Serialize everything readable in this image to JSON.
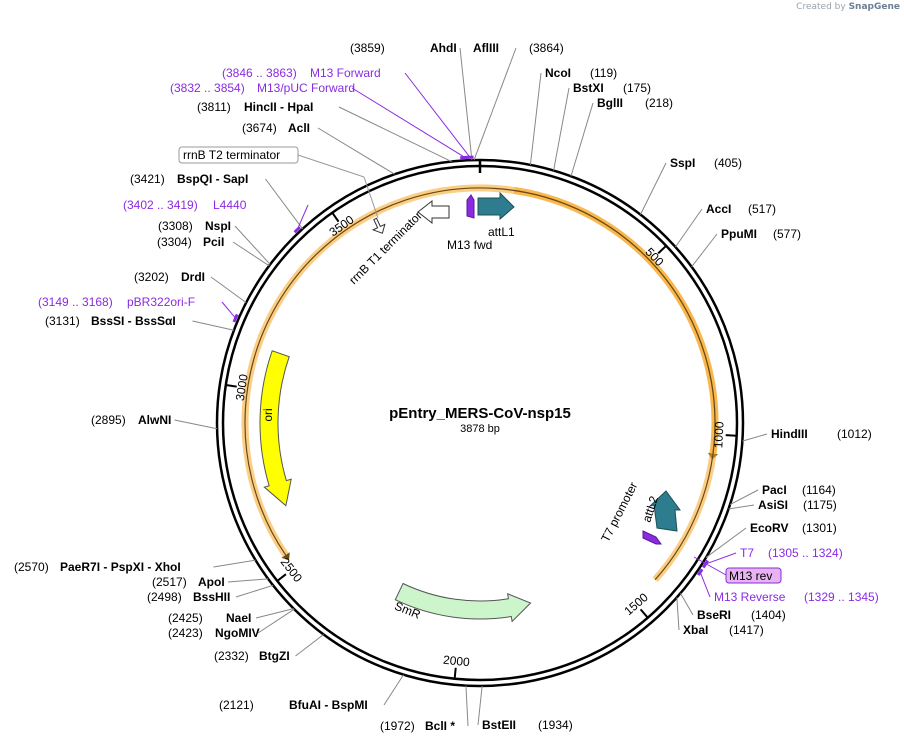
{
  "credit": {
    "prefix": "Created by",
    "brand": "SnapGene"
  },
  "plasmid": {
    "name": "pEntry_MERS-CoV-nsp15",
    "size_label": "3878 bp",
    "length": 3878
  },
  "ticks": [
    {
      "pos": 500,
      "label": "500"
    },
    {
      "pos": 1000,
      "label": "1000"
    },
    {
      "pos": 1500,
      "label": "1500"
    },
    {
      "pos": 2000,
      "label": "2000"
    },
    {
      "pos": 2500,
      "label": "2500"
    },
    {
      "pos": 3000,
      "label": "3000"
    },
    {
      "pos": 3500,
      "label": "3500"
    }
  ],
  "sites": [
    {
      "id": "ahdi",
      "name": "AhdI",
      "pos": 3859,
      "pos_text": "(3859)"
    },
    {
      "id": "aflii",
      "name": "AflIII",
      "pos": 3864,
      "pos_text": "(3864)"
    },
    {
      "id": "ncoi",
      "name": "NcoI",
      "pos": 119,
      "pos_text": "(119)"
    },
    {
      "id": "bstxi",
      "name": "BstXI",
      "pos": 175,
      "pos_text": "(175)"
    },
    {
      "id": "bglii",
      "name": "BglII",
      "pos": 218,
      "pos_text": "(218)"
    },
    {
      "id": "sspi",
      "name": "SspI",
      "pos": 405,
      "pos_text": "(405)"
    },
    {
      "id": "acci",
      "name": "AccI",
      "pos": 517,
      "pos_text": "(517)"
    },
    {
      "id": "ppumi",
      "name": "PpuMI",
      "pos": 577,
      "pos_text": "(577)"
    },
    {
      "id": "hindiii",
      "name": "HindIII",
      "pos": 1012,
      "pos_text": "(1012)"
    },
    {
      "id": "paci",
      "name": "PacI",
      "pos": 1164,
      "pos_text": "(1164)"
    },
    {
      "id": "asisi",
      "name": "AsiSI",
      "pos": 1175,
      "pos_text": "(1175)"
    },
    {
      "id": "ecorv",
      "name": "EcoRV",
      "pos": 1301,
      "pos_text": "(1301)"
    },
    {
      "id": "bseri",
      "name": "BseRI",
      "pos": 1404,
      "pos_text": "(1404)"
    },
    {
      "id": "xbai",
      "name": "XbaI",
      "pos": 1417,
      "pos_text": "(1417)"
    },
    {
      "id": "bstEII",
      "name": "BstEII",
      "pos": 1934,
      "pos_text": "(1934)"
    },
    {
      "id": "bcli",
      "name": "BclI *",
      "pos": 1972,
      "pos_text": "(1972)"
    },
    {
      "id": "bfuai",
      "name": "BfuAI  - BspMI",
      "pos": 2121,
      "pos_text": "(2121)"
    },
    {
      "id": "btgzi",
      "name": "BtgZI",
      "pos": 2332,
      "pos_text": "(2332)"
    },
    {
      "id": "ngomiv",
      "name": "NgoMIV",
      "pos": 2423,
      "pos_text": "(2423)"
    },
    {
      "id": "naei",
      "name": "NaeI",
      "pos": 2425,
      "pos_text": "(2425)"
    },
    {
      "id": "bsshii",
      "name": "BssHII",
      "pos": 2498,
      "pos_text": "(2498)"
    },
    {
      "id": "apoi",
      "name": "ApoI",
      "pos": 2517,
      "pos_text": "(2517)"
    },
    {
      "id": "paer7i",
      "name": "PaeR7I  - PspXI  - XhoI",
      "pos": 2570,
      "pos_text": "(2570)"
    },
    {
      "id": "alwni",
      "name": "AlwNI",
      "pos": 2895,
      "pos_text": "(2895)"
    },
    {
      "id": "bsssi",
      "name": "BssSI  - BssSαI",
      "pos": 3131,
      "pos_text": "(3131)"
    },
    {
      "id": "drdi",
      "name": "DrdI",
      "pos": 3202,
      "pos_text": "(3202)"
    },
    {
      "id": "pcii",
      "name": "PciI",
      "pos": 3304,
      "pos_text": "(3304)"
    },
    {
      "id": "nspi",
      "name": "NspI",
      "pos": 3308,
      "pos_text": "(3308)"
    },
    {
      "id": "bspqi",
      "name": "BspQI  - SapI",
      "pos": 3421,
      "pos_text": "(3421)"
    },
    {
      "id": "acli",
      "name": "AclI",
      "pos": 3674,
      "pos_text": "(3674)"
    },
    {
      "id": "hincii",
      "name": "HincII  - HpaI",
      "pos": 3811,
      "pos_text": "(3811)"
    }
  ],
  "primers": [
    {
      "id": "m13fwd2",
      "name": "M13 Forward",
      "range": "(3846 .. 3863)",
      "start": 3846,
      "end": 3863
    },
    {
      "id": "m13puc",
      "name": "M13/pUC Forward",
      "range": "(3832 .. 3854)",
      "start": 3832,
      "end": 3854
    },
    {
      "id": "l4440",
      "name": "L4440",
      "range": "(3402 .. 3419)",
      "start": 3402,
      "end": 3419
    },
    {
      "id": "pbr322",
      "name": "pBR322ori-F",
      "range": "(3149 .. 3168)",
      "start": 3149,
      "end": 3168
    },
    {
      "id": "t7",
      "name": "T7",
      "range": "(1305 .. 1324)",
      "start": 1305,
      "end": 1324
    },
    {
      "id": "m13rev",
      "name": "M13 Reverse",
      "range": "(1329 .. 1345)",
      "start": 1329,
      "end": 1345
    }
  ],
  "features": [
    {
      "id": "ori",
      "label": "ori",
      "start": 3115,
      "end": 2660,
      "color": "#ffff00"
    },
    {
      "id": "smr",
      "label": "SmR",
      "start": 2215,
      "end": 1770,
      "color": "#ccf5cc"
    },
    {
      "id": "attl1",
      "label": "attL1",
      "color": "#2e7d8f"
    },
    {
      "id": "attl2",
      "label": "attL2",
      "color": "#2e7d8f"
    },
    {
      "id": "m13fwd",
      "label": "M13 fwd",
      "color": "#8a2be2"
    },
    {
      "id": "rrnbt1",
      "label": "rrnB T1 terminator"
    },
    {
      "id": "rrnbt2",
      "label": "rrnB T2 terminator"
    },
    {
      "id": "t7promoter",
      "label": "T7 promoter"
    },
    {
      "id": "m13revfeat",
      "label": "M13 rev",
      "color": "#e7b3f0"
    }
  ],
  "colors": {
    "orf": "#f5a623",
    "primer": "#8a2be2",
    "backbone": "#000000"
  }
}
